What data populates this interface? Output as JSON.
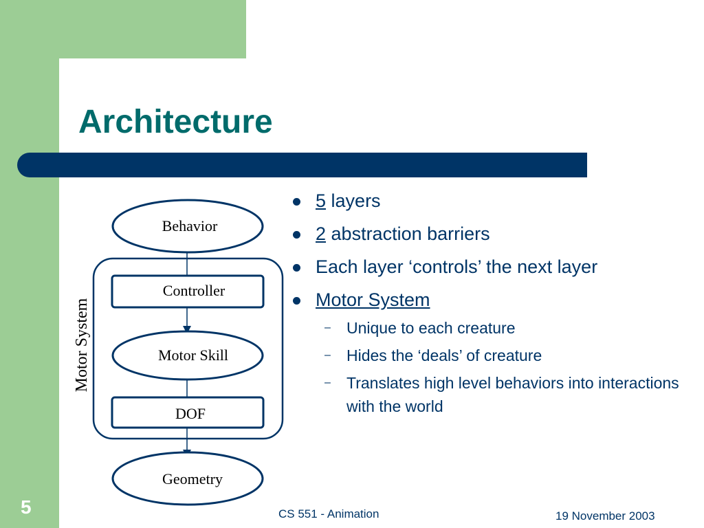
{
  "slide": {
    "title": "Architecture",
    "page_number": "5",
    "footer_center": "CS 551 - Animation",
    "footer_right": "19 November 2003"
  },
  "diagram": {
    "nodes": {
      "behavior": "Behavior",
      "controller": "Controller",
      "motor_skill": "Motor Skill",
      "dof": "DOF",
      "geometry": "Geometry"
    },
    "group_label": "Motor System"
  },
  "bullets": {
    "b1_num": "5",
    "b1_text": " layers",
    "b2_num": "2",
    "b2_text": " abstraction barriers",
    "b3_text": "Each layer ‘controls’ the next layer",
    "b4_text": "Motor System",
    "sub_dash": "–",
    "sub1": "Unique to each creature",
    "sub2": "Hides the ‘deals’ of creature",
    "sub3": "Translates high level behaviors into interactions with the world"
  },
  "colors": {
    "green": "#9ccd95",
    "navy": "#003466",
    "teal_title": "#006b6b"
  }
}
